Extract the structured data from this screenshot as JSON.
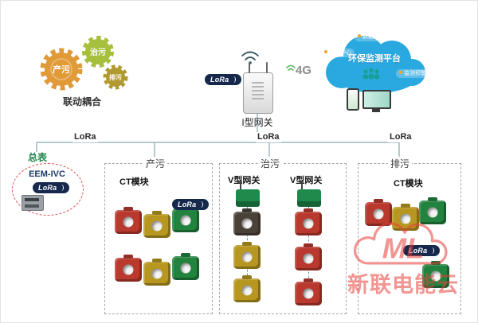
{
  "gears": {
    "caption": "联动耦合",
    "items": [
      {
        "label": "产污",
        "color": "#e09a38"
      },
      {
        "label": "治污",
        "color": "#a6bf3c"
      },
      {
        "label": "排污",
        "color": "#b0992e"
      }
    ]
  },
  "gateway": {
    "label": "I型网关",
    "lora_badge": "LoRa",
    "signal": "4G"
  },
  "cloud": {
    "title": "环保监测平台",
    "badges": [
      "数据中心",
      "运维中心",
      "监测预警中心"
    ]
  },
  "meter": {
    "label": "总表",
    "device": "EEM-IVC",
    "lora_badge": "LoRa"
  },
  "bus": {
    "lora_left": "LoRa",
    "lora_center": "LoRa",
    "lora_right": "LoRa"
  },
  "zones": {
    "chanwu": {
      "label": "产污",
      "module_label": "CT模块",
      "lora_badge": "LoRa"
    },
    "zhiwu": {
      "label": "治污",
      "gateway_left": "V型网关",
      "gateway_right": "V型网关"
    },
    "paiwu": {
      "label": "排污",
      "module_label": "CT模块",
      "lora_badge": "LoRa"
    }
  },
  "watermark": {
    "logo": "ML",
    "text": "新联电能云"
  },
  "palette": {
    "cloud_blue": "#2aa9e0",
    "badge_navy": "#16294d",
    "ct_red": "#b9392f",
    "ct_yellow": "#b7971f",
    "ct_green": "#22833f",
    "line_gray": "#8aa6ad",
    "watermark_red": "#e8403a"
  }
}
